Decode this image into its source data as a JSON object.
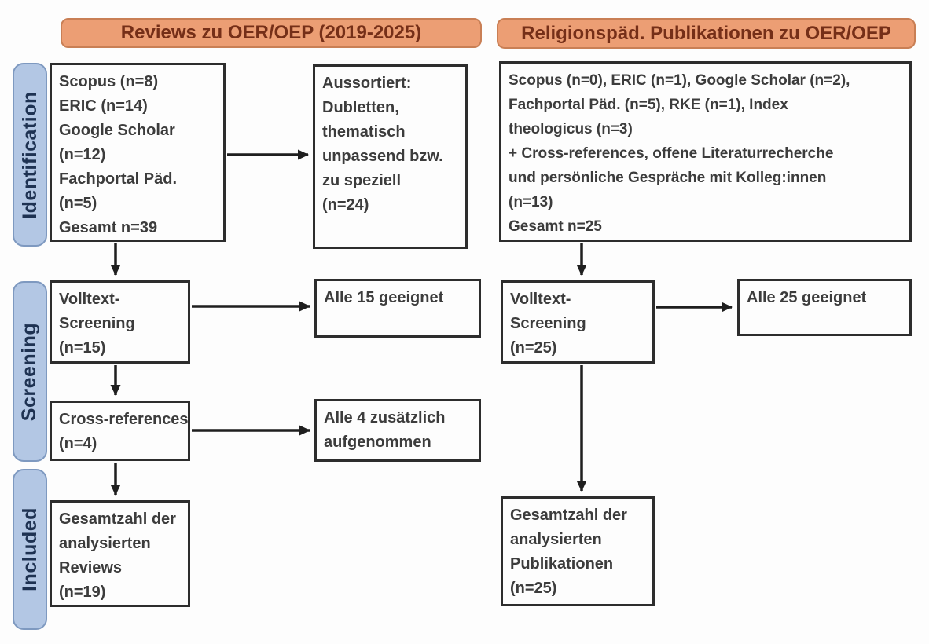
{
  "diagram": {
    "type": "prisma-flowchart",
    "column_headers": {
      "left": "Reviews zu OER/OEP (2019-2025)",
      "right": "Religionspäd. Publikationen zu OER/OEP"
    },
    "stage_labels": {
      "identification": "Identification",
      "screening": "Screening",
      "included": "Included"
    },
    "nodes": {
      "left_sources": [
        "Scopus (n=8)",
        "ERIC (n=14)",
        "Google Scholar",
        "(n=12)",
        "Fachportal Päd.",
        "(n=5)",
        "Gesamt n=39"
      ],
      "left_excluded": [
        "Aussortiert:",
        "Dubletten,",
        "thematisch",
        "unpassend bzw.",
        "zu speziell",
        "(n=24)"
      ],
      "left_fulltext": [
        "Volltext-",
        "Screening",
        "(n=15)"
      ],
      "left_fulltext_result": "Alle 15 geeignet",
      "left_crossref": [
        "Cross-references",
        "(n=4)"
      ],
      "left_crossref_result": [
        "Alle 4 zusätzlich",
        "aufgenommen"
      ],
      "left_included": [
        "Gesamtzahl der",
        "analysierten",
        "Reviews",
        "(n=19)"
      ],
      "right_sources": [
        "Scopus (n=0), ERIC (n=1), Google Scholar (n=2),",
        "Fachportal Päd. (n=5), RKE (n=1), Index",
        "theologicus (n=3)",
        "+ Cross-references, offene Literaturrecherche",
        "und persönliche Gespräche mit Kolleg:innen",
        "(n=13)",
        "Gesamt n=25"
      ],
      "right_fulltext": [
        "Volltext-",
        "Screening",
        "(n=25)"
      ],
      "right_fulltext_result": "Alle 25 geeignet",
      "right_included": [
        "Gesamtzahl der",
        "analysierten",
        "Publikationen",
        "(n=25)"
      ]
    },
    "colors": {
      "header_fill": "#EC9E74",
      "header_border": "#C97F55",
      "header_text": "#752F18",
      "stage_fill": "#B3C7E4",
      "stage_border": "#7E99C0",
      "stage_text": "#1E3252",
      "node_border": "#2D2D2D",
      "node_text": "#3C3C3C",
      "arrow": "#1F1F1F",
      "background": "#FDFDFD"
    }
  }
}
